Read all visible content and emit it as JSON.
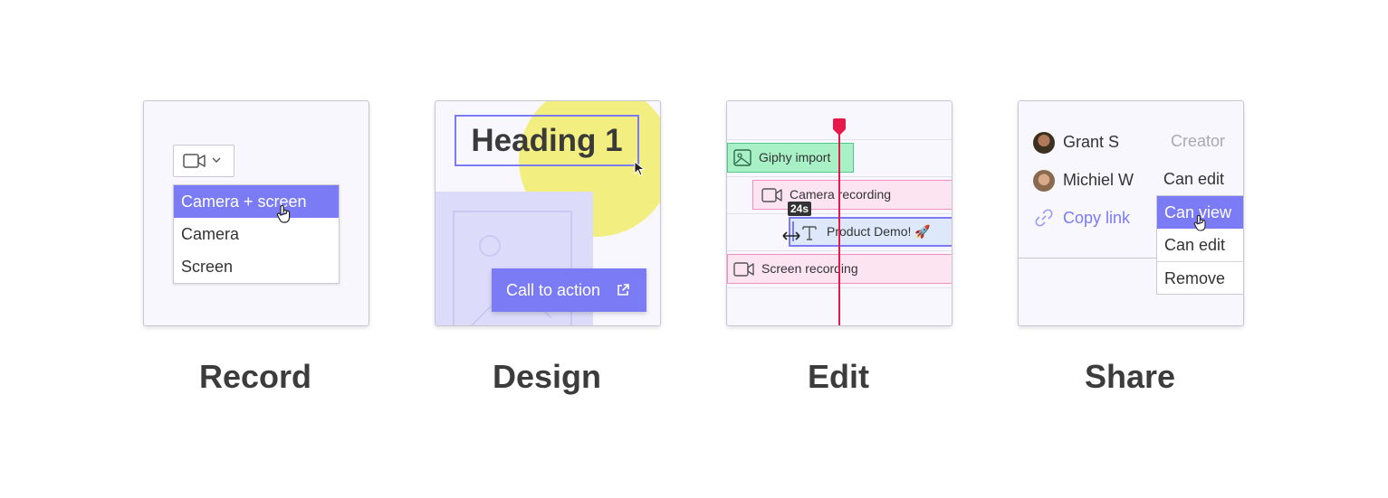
{
  "colors": {
    "accent": "#7a7bf5",
    "playhead": "#e5194b",
    "yellow": "#f2ee7f",
    "lavender": "#dcdcfa",
    "green": "#a8f0c6",
    "pink": "#fde4f1",
    "blue": "#dde9fb"
  },
  "record": {
    "caption": "Record",
    "button_icon": "video-camera-icon",
    "menu": [
      "Camera + screen",
      "Camera",
      "Screen"
    ],
    "selected_index": 0
  },
  "design": {
    "caption": "Design",
    "heading": "Heading 1",
    "cta_label": "Call to action",
    "cta_icon": "external-link-icon"
  },
  "edit": {
    "caption": "Edit",
    "tracks": [
      "Giphy import",
      "Camera recording",
      "Product Demo! 🚀",
      "Screen recording"
    ],
    "duration_badge": "24s"
  },
  "share": {
    "caption": "Share",
    "people": [
      {
        "name": "Grant S",
        "role": "Creator"
      },
      {
        "name": "Michiel W",
        "role": "Can edit"
      }
    ],
    "copy_link": "Copy link",
    "permission_menu": [
      "Can view",
      "Can edit",
      "Remove"
    ],
    "selected_index": 0
  }
}
